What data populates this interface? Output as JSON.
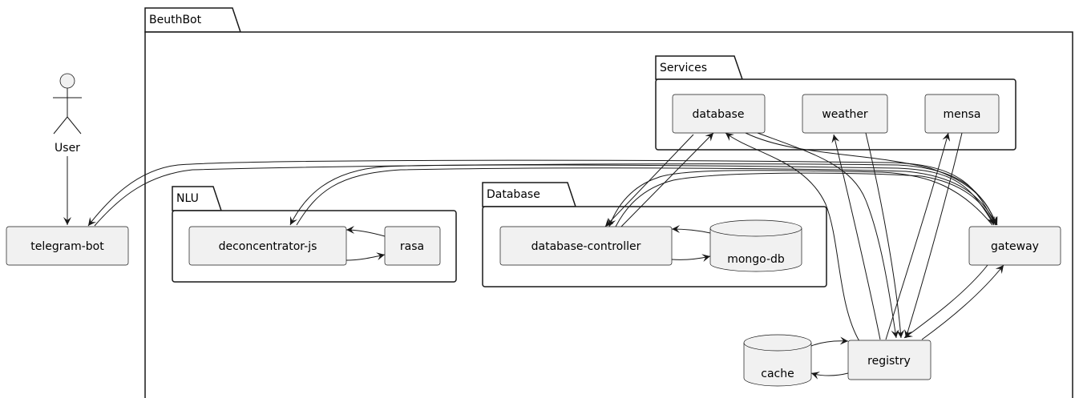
{
  "packages": {
    "beuthbot": "BeuthBot",
    "services": "Services",
    "nlu": "NLU",
    "database": "Database"
  },
  "actor": {
    "label": "User"
  },
  "components": {
    "telegram_bot": "telegram-bot",
    "deconcentrator": "deconcentrator-js",
    "rasa": "rasa",
    "database_controller": "database-controller",
    "mongo_db": "mongo-db",
    "svc_database": "database",
    "svc_weather": "weather",
    "svc_mensa": "mensa",
    "gateway": "gateway",
    "registry": "registry",
    "cache": "cache"
  },
  "colors": {
    "node_fill": "#f1f1f1",
    "line": "#181818",
    "background": "#ffffff"
  }
}
